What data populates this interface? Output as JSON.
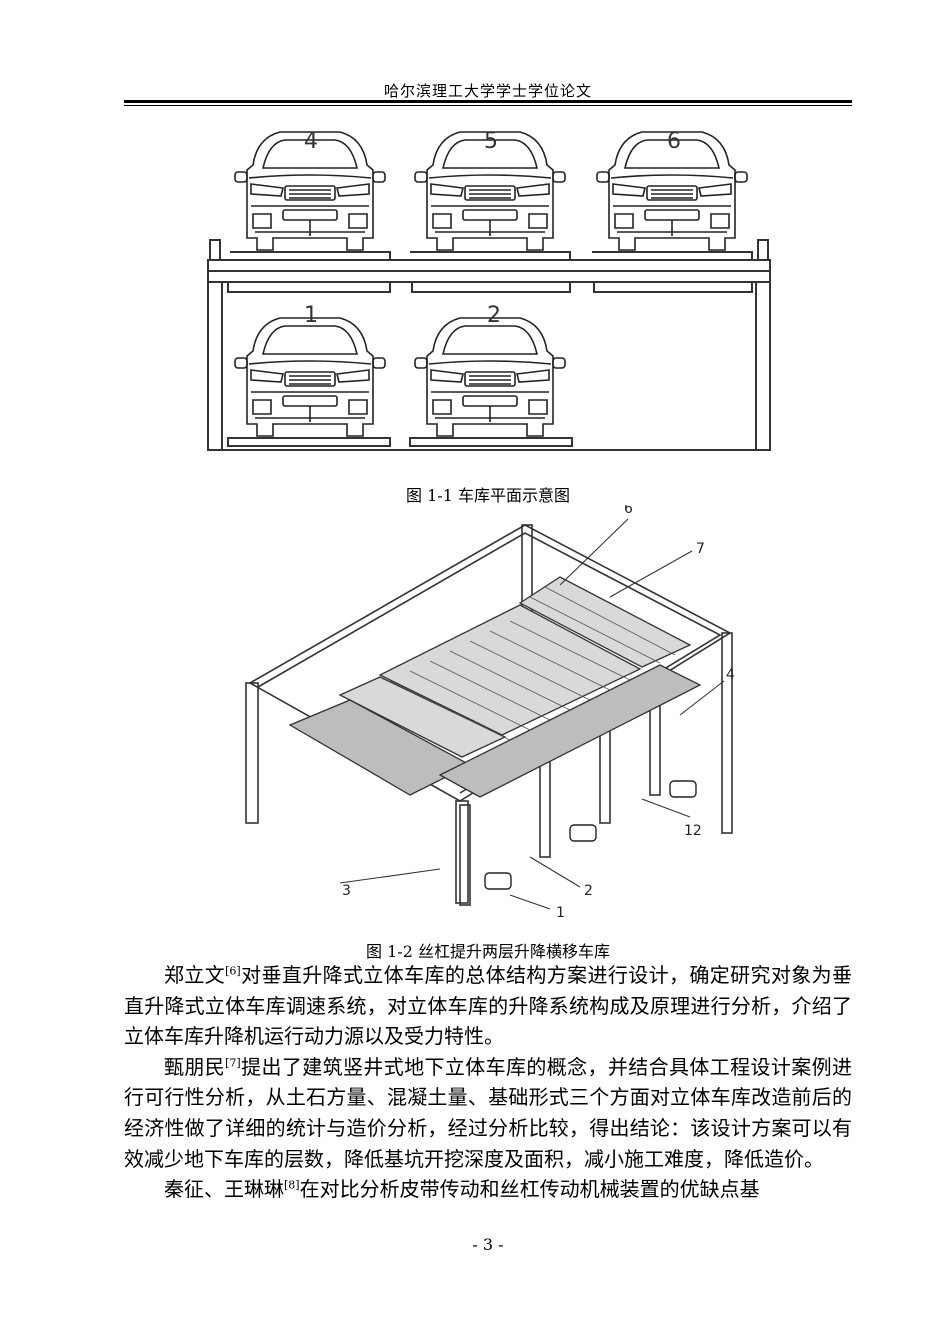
{
  "header": {
    "title": "哈尔滨理工大学学士学位论文"
  },
  "figure1": {
    "caption": "图 1-1 车库平面示意图",
    "upper_labels": [
      "4",
      "5",
      "6"
    ],
    "lower_labels": [
      "1",
      "2"
    ]
  },
  "figure2": {
    "caption": "图 1-2 丝杠提升两层升降横移车库",
    "callouts": [
      "6",
      "7",
      "4",
      "12",
      "3",
      "2",
      "1"
    ]
  },
  "body": {
    "p1": {
      "author": "郑立文",
      "ref": "[6]",
      "text": "对垂直升降式立体车库的总体结构方案进行设计，确定研究对象为垂直升降式立体车库调速系统，对立体车库的升降系统构成及原理进行分析，介绍了立体车库升降机运行动力源以及受力特性。"
    },
    "p2": {
      "author": "甄朋民",
      "ref": "[7]",
      "text": "提出了建筑竖井式地下立体车库的概念，并结合具体工程设计案例进行可行性分析，从土石方量、混凝土量、基础形式三个方面对立体车库改造前后的经济性做了详细的统计与造价分析，经过分析比较，得出结论：该设计方案可以有效减少地下车库的层数，降低基坑开挖深度及面积，减小施工难度，降低造价。"
    },
    "p3": {
      "author": "秦征、王琳琳",
      "ref": "[8]",
      "text": "在对比分析皮带传动和丝杠传动机械装置的优缺点基"
    }
  },
  "footer": {
    "page": "- 3 -"
  }
}
